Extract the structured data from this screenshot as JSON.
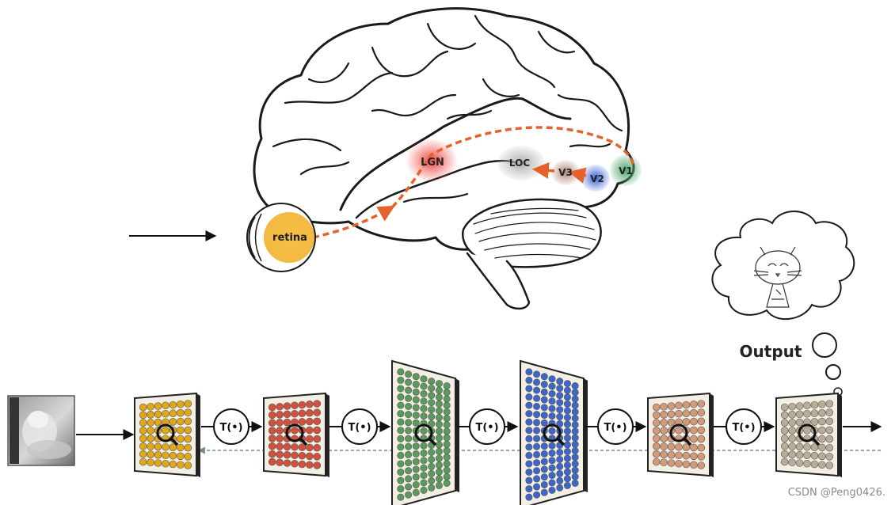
{
  "brain": {
    "labels": {
      "retina": "retina",
      "lgn": "LGN",
      "loc": "LOC",
      "v3": "V3",
      "v2": "V2",
      "v1": "V1"
    },
    "region_colors": {
      "retina": "#f2b12c",
      "lgn": "#ee4b47",
      "loc": "#a8a8a8",
      "v3": "#b08a78",
      "v2": "#3b64d6",
      "v1": "#4fa66c",
      "pathway": "#e4622b"
    }
  },
  "network": {
    "output_label": "Output",
    "transform_label": "T(•)",
    "layer_colors": [
      "#e0a818",
      "#d2503e",
      "#5a9a5e",
      "#3f66c6",
      "#d29a78",
      "#b9ad98"
    ],
    "layer_sizes": [
      "small",
      "small",
      "large",
      "large",
      "small",
      "small"
    ]
  },
  "watermark": "CSDN @Peng0426."
}
